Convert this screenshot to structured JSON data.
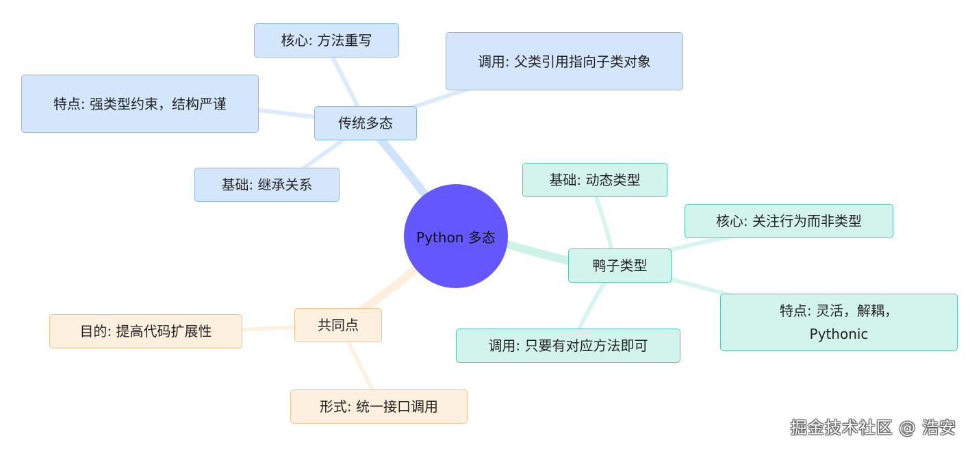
{
  "center": "Python 多态",
  "branches": {
    "traditional": {
      "label": "传统多态",
      "core": "核心: 方法重写",
      "call": "调用: 父类引用指向子类对象",
      "feature": "特点: 强类型约束，结构严谨",
      "basis": "基础: 继承关系"
    },
    "duck": {
      "label": "鸭子类型",
      "basis": "基础: 动态类型",
      "core": "核心: 关注行为而非类型",
      "feature": "特点: 灵活，解耦，Pythonic",
      "call": "调用: 只要有对应方法即可"
    },
    "common": {
      "label": "共同点",
      "purpose": "目的: 提高代码扩展性",
      "form": "形式: 统一接口调用"
    }
  },
  "colors": {
    "center": "#6457fd",
    "blue_fill": "#d3e6fb",
    "blue_border": "#8db8ea",
    "teal_fill": "#d3f4ec",
    "teal_border": "#4dcab4",
    "orange_fill": "#fdf0de",
    "orange_border": "#f2c38d"
  },
  "watermark": "掘金技术社区 @ 浩安"
}
